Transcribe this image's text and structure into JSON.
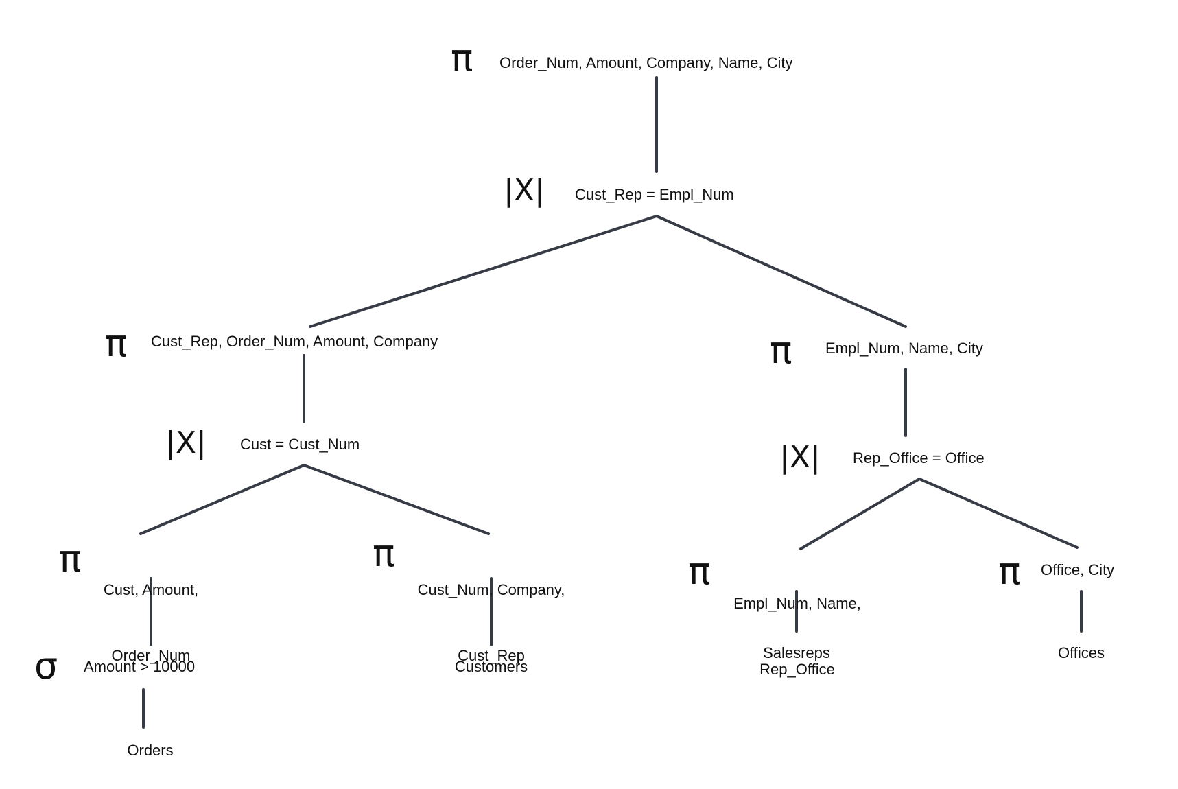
{
  "symbols": {
    "project": "π",
    "select": "σ",
    "join": "|X|"
  },
  "nodes": {
    "root_project": "Order_Num, Amount, Company, Name, City",
    "top_join": "Cust_Rep = Empl_Num",
    "left_project": "Cust_Rep, Order_Num, Amount, Company",
    "right_project": "Empl_Num, Name, City",
    "left_join": "Cust = Cust_Num",
    "right_join": "Rep_Office = Office",
    "orders_project_line1": "Cust, Amount,",
    "orders_project_line2": "Order_Num",
    "customers_project_line1": "Cust_Num, Company,",
    "customers_project_line2": "Cust_Rep",
    "salesreps_project_line1": "Empl_Num, Name,",
    "salesreps_project_line2": "Rep_Office",
    "offices_project": "Office, City",
    "select_condition": "Amount > 10000",
    "table_orders": "Orders",
    "table_customers": "Customers",
    "table_salesreps": "Salesreps",
    "table_offices": "Offices"
  },
  "colors": {
    "edge": "#373b45",
    "text": "#111111"
  }
}
